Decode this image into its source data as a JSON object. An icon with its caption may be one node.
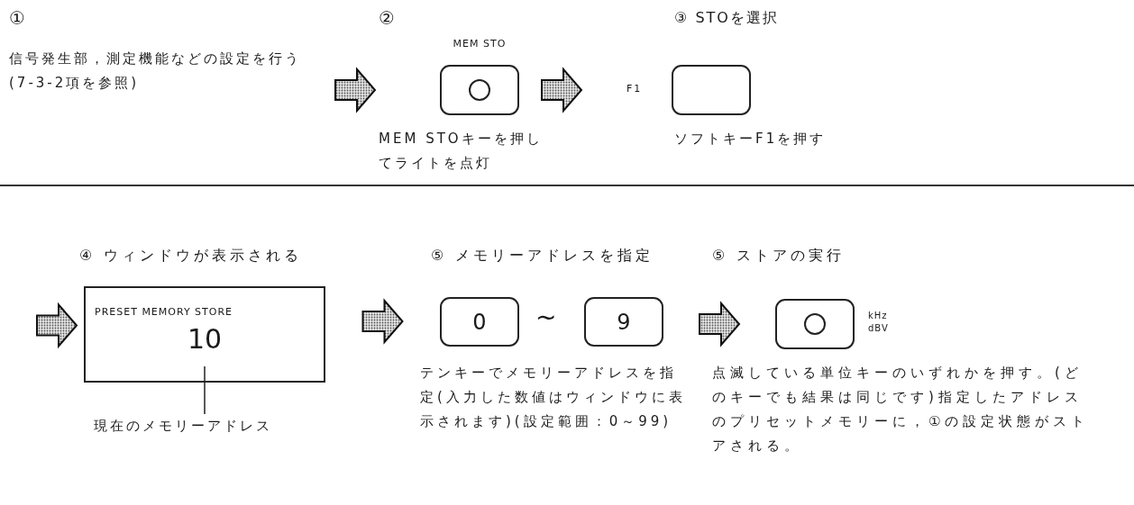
{
  "diagram": {
    "nodes": [
      {
        "text": [
          "信号発生部，測定機能などの設定を行う(7-3-2項を参照)"
        ]
      },
      {
        "text": [
          "MEM STO"
        ],
        "beside": [
          "MEM STOキーを押してライトを点灯"
        ]
      },
      {
        "text": [
          "F1"
        ],
        "beside": [
          "ソフトキーF1を押す"
        ]
      },
      {
        "text": [
          "PRESET MEMORY STORE",
          "10"
        ]
      },
      {
        "text": [
          "現在のメモリーアドレス"
        ]
      },
      {
        "text": [
          "0"
        ]
      },
      {
        "text": [
          "9"
        ]
      },
      {
        "text": [],
        "shape": "box",
        "beside": [
          "kHz dBV",
          "点滅している単位キーのいずれかを押す。(どのキーでも結果は同じです)指定したアドレスのプリセットメモリーに，①の設定状態がストアされる。"
        ]
      }
    ],
    "edges": [
      {
        "from": 0,
        "to": 1,
        "arrow": "to"
      },
      {
        "from": 1,
        "to": 2,
        "arrow": "to"
      },
      {
        "from": null,
        "to": 3,
        "arrow": "to"
      },
      {
        "from": 3,
        "to": 5,
        "arrow": "to"
      },
      {
        "from": 6,
        "to": 7,
        "arrow": "to"
      },
      {
        "from": 4,
        "to": 3,
        "arrow": "none"
      }
    ],
    "labels": [
      "①",
      "②",
      "③ STOを選択",
      "④ ウィンドウが表示される",
      "⑤ メモリーアドレスを指定",
      "~",
      "テンキーでメモリーアドレスを指定(入力した数値はウィンドウに表示されます)(設定範囲：0～99)",
      "⑤ ストアの実行"
    ]
  }
}
